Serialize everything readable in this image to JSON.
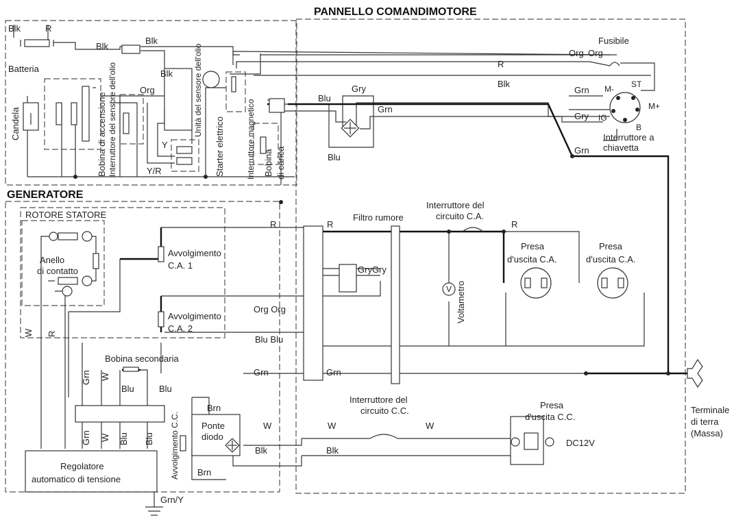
{
  "sections": {
    "panel": "PANNELLO COMANDIMOTORE",
    "generator": "GENERATORE"
  },
  "engine": {
    "battery": "Batteria",
    "spark_plug": "Candela",
    "ignition_coil": "Bobina di accensione",
    "oil_sensor_switch": "Interruttore del sensore dell'olio",
    "oil_sensor_unit": "Unità del sensore dell'olio",
    "starter": "Starter elettrico",
    "magnetic_switch": "Interruttore magnetico",
    "charge_coil_1": "Bobina",
    "charge_coil_2": "di carica",
    "fuse": "Fusibile",
    "key_switch_1": "Interruttore a",
    "key_switch_2": "chiavetta",
    "key_pins": {
      "st": "ST",
      "m_minus": "M-",
      "m_plus": "M+",
      "ig": "IG",
      "b": "B"
    }
  },
  "generator": {
    "rotor_stator": "ROTORE STATORE",
    "slip_ring_1": "Anello",
    "slip_ring_2": "di contatto",
    "ac_winding_1_a": "Avvolgimento",
    "ac_winding_1_b": "C.A.  1",
    "ac_winding_2_a": "Avvolgimento",
    "ac_winding_2_b": "C.A.  2",
    "secondary_coil": "Bobina secondaria",
    "dc_winding": "Avvolgimento C.C.",
    "diode_bridge_1": "Ponte",
    "diode_bridge_2": "diodo",
    "avr_1": "Regolatore",
    "avr_2": "automatico di tensione"
  },
  "panel": {
    "noise_filter": "Filtro rumore",
    "ac_breaker_1": "Interruttore del",
    "ac_breaker_2": "circuito C.A.",
    "voltmeter": "Voltametro",
    "voltmeter_symbol": "V",
    "ac_outlet_1a": "Presa",
    "ac_outlet_1b": "d'uscita C.A.",
    "ac_outlet_2a": "Presa",
    "ac_outlet_2b": "d'uscita C.A.",
    "dc_breaker_1": "Interruttore del",
    "dc_breaker_2": "circuito C.C.",
    "dc_outlet_1": "Presa",
    "dc_outlet_2": "d'uscita C.C.",
    "dc_voltage": "DC12V",
    "ground_1": "Terminale",
    "ground_2": "di terra",
    "ground_3": "(Massa)"
  },
  "wire_labels": {
    "blk": "Blk",
    "r": "R",
    "org": "Org",
    "y": "Y",
    "yr": "Y/R",
    "blu": "Blu",
    "gry": "Gry",
    "grn": "Grn",
    "w": "W",
    "brn": "Brn",
    "org_org": "Org Org",
    "gry_gry": "GryGry",
    "blu_blu": "Blu Blu",
    "grn_y": "Grn/Y"
  }
}
